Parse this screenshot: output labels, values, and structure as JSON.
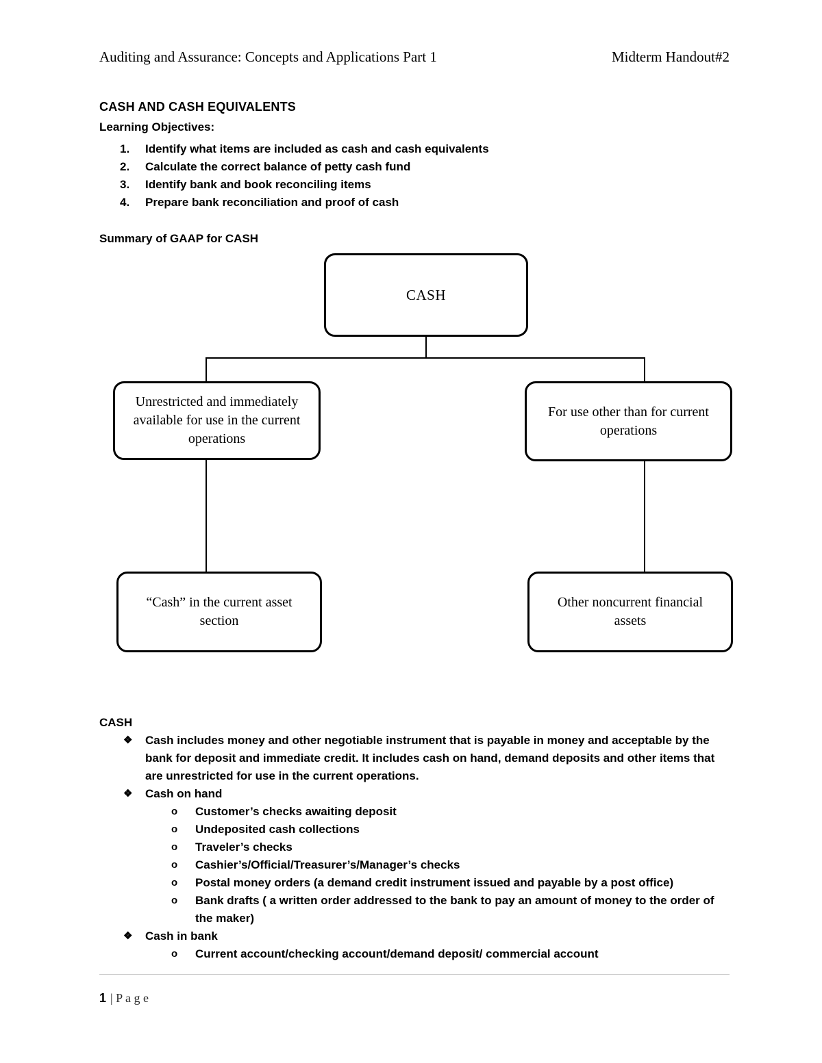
{
  "header": {
    "left": "Auditing and Assurance: Concepts and Applications Part 1",
    "right": "Midterm Handout#2"
  },
  "title": "CASH AND CASH EQUIVALENTS",
  "learning_objectives": {
    "label": "Learning Objectives:",
    "items": [
      {
        "num": "1.",
        "text": "Identify what items are included as cash and cash equivalents"
      },
      {
        "num": "2.",
        "text": "Calculate the correct balance of petty cash fund"
      },
      {
        "num": "3.",
        "text": "Identify bank and book reconciling items"
      },
      {
        "num": "4.",
        "text": "Prepare bank reconciliation and proof of cash"
      }
    ]
  },
  "summary_label": "Summary of GAAP for CASH",
  "diagram": {
    "root": "CASH",
    "branch_left": "Unrestricted and immediately available for use in the current operations",
    "branch_right": "For use other than for current operations",
    "leaf_left": "“Cash” in the current asset section",
    "leaf_right": "Other noncurrent financial assets"
  },
  "markers": {
    "bullet": "❖",
    "sub_bullet": "o"
  },
  "cash_section": {
    "heading": "CASH",
    "bullets": [
      {
        "text": "Cash includes money and other negotiable instrument that is payable in money and acceptable by the bank for deposit and immediate credit. It includes cash on hand, demand deposits and other items that are unrestricted for use in the current operations."
      },
      {
        "text": "Cash on hand",
        "subitems": [
          "Customer’s checks awaiting deposit",
          "Undeposited cash collections",
          "Traveler’s checks",
          "Cashier’s/Official/Treasurer’s/Manager’s checks",
          "Postal money orders (a demand credit instrument issued and payable by a post office)",
          "Bank drafts ( a written order addressed to the bank to pay an amount of money to the order of the maker)"
        ]
      },
      {
        "text": "Cash in bank",
        "subitems": [
          "Current account/checking account/demand deposit/ commercial account"
        ]
      }
    ]
  },
  "footer": {
    "page_number": "1",
    "page_label": "| P a g e"
  }
}
